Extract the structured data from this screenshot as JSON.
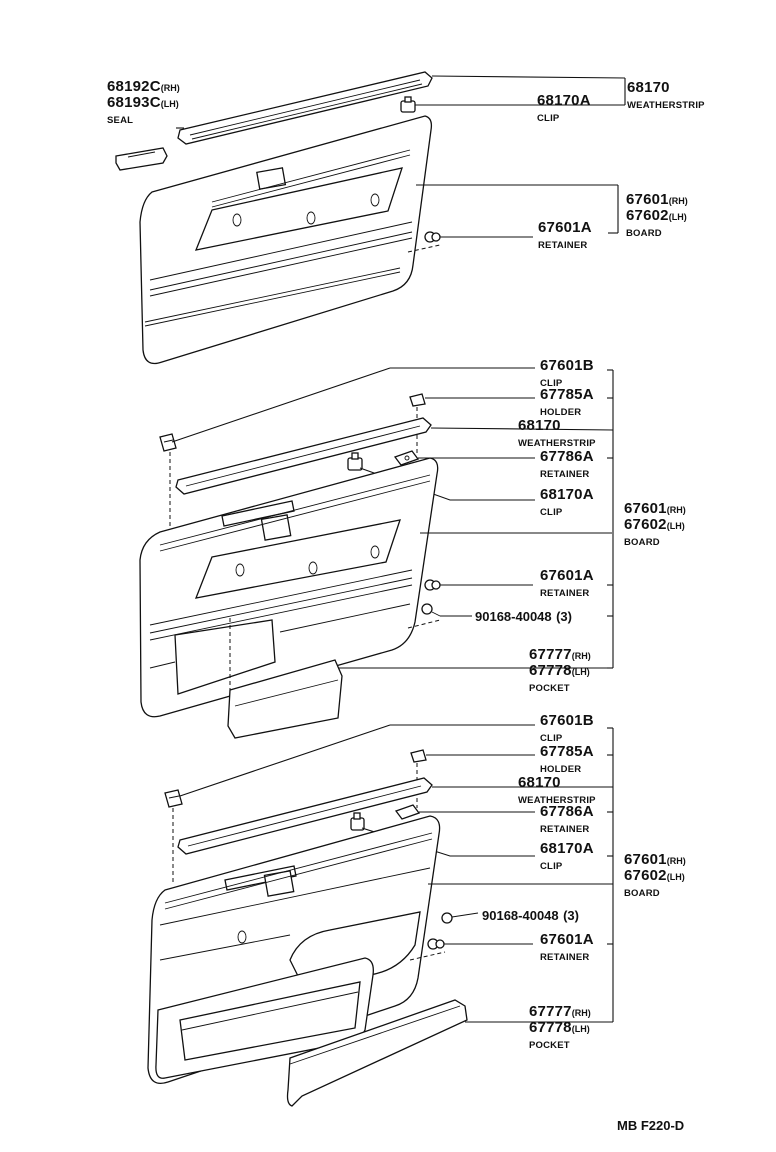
{
  "diagram_code": "MB F220-D",
  "groups": {
    "top": {
      "seal": {
        "pn_rh": "68192C",
        "sfx_rh": "(RH)",
        "pn_lh": "68193C",
        "sfx_lh": "(LH)",
        "desc": "SEAL"
      },
      "weatherstrip": {
        "pn": "68170",
        "desc": "WEATHERSTRIP"
      },
      "clip": {
        "pn": "68170A",
        "desc": "CLIP"
      },
      "board": {
        "pn_rh": "67601",
        "sfx_rh": "(RH)",
        "pn_lh": "67602",
        "sfx_lh": "(LH)",
        "desc": "BOARD"
      },
      "retainer": {
        "pn": "67601A",
        "desc": "RETAINER"
      }
    },
    "middle": {
      "clip_b": {
        "pn": "67601B",
        "desc": "CLIP"
      },
      "holder": {
        "pn": "67785A",
        "desc": "HOLDER"
      },
      "weatherstrip": {
        "pn": "68170",
        "desc": "WEATHERSTRIP"
      },
      "retainer_a": {
        "pn": "67786A",
        "desc": "RETAINER"
      },
      "clip": {
        "pn": "68170A",
        "desc": "CLIP"
      },
      "board": {
        "pn_rh": "67601",
        "sfx_rh": "(RH)",
        "pn_lh": "67602",
        "sfx_lh": "(LH)",
        "desc": "BOARD"
      },
      "retainer": {
        "pn": "67601A",
        "desc": "RETAINER"
      },
      "screw": {
        "pn": "90168-40048",
        "qty": "(3)"
      },
      "pocket": {
        "pn_rh": "67777",
        "sfx_rh": "(RH)",
        "pn_lh": "67778",
        "sfx_lh": "(LH)",
        "desc": "POCKET"
      }
    },
    "bottom": {
      "clip_b": {
        "pn": "67601B",
        "desc": "CLIP"
      },
      "holder": {
        "pn": "67785A",
        "desc": "HOLDER"
      },
      "weatherstrip": {
        "pn": "68170",
        "desc": "WEATHERSTRIP"
      },
      "retainer_a": {
        "pn": "67786A",
        "desc": "RETAINER"
      },
      "clip": {
        "pn": "68170A",
        "desc": "CLIP"
      },
      "board": {
        "pn_rh": "67601",
        "sfx_rh": "(RH)",
        "pn_lh": "67602",
        "sfx_lh": "(LH)",
        "desc": "BOARD"
      },
      "screw": {
        "pn": "90168-40048",
        "qty": "(3)"
      },
      "retainer": {
        "pn": "67601A",
        "desc": "RETAINER"
      },
      "pocket": {
        "pn_rh": "67777",
        "sfx_rh": "(RH)",
        "pn_lh": "67778",
        "sfx_lh": "(LH)",
        "desc": "POCKET"
      }
    }
  }
}
